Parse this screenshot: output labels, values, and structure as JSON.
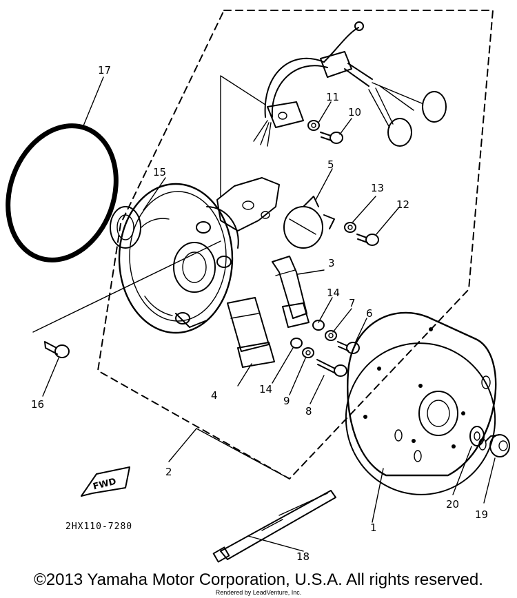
{
  "diagram": {
    "drawing_code": "2HX110-7280",
    "direction_tag": "FWD",
    "callouts": [
      "1",
      "2",
      "3",
      "4",
      "5",
      "6",
      "7",
      "8",
      "9",
      "10",
      "11",
      "12",
      "13",
      "14",
      "14",
      "15",
      "16",
      "17",
      "18",
      "19",
      "20"
    ]
  },
  "footer": {
    "copyright": "©2013 Yamaha Motor Corporation, U.S.A. All rights reserved.",
    "rendered_by": "Rendered by LeadVenture, Inc."
  }
}
